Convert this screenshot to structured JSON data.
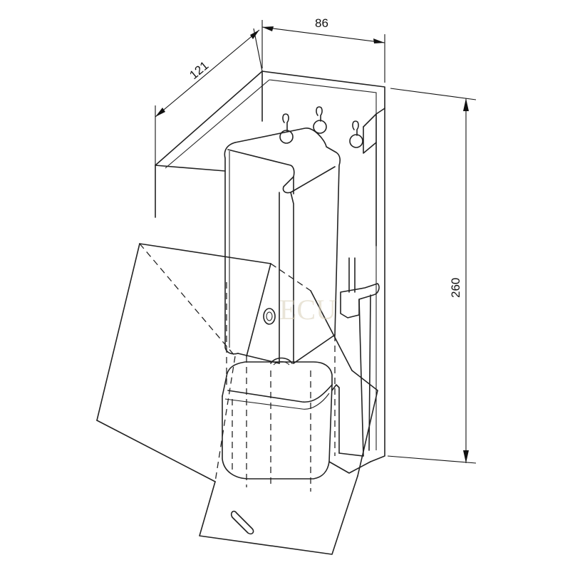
{
  "dimensions": {
    "width_label": "86",
    "depth_label": "121",
    "height_label": "260"
  },
  "watermark": {
    "text": "ECU"
  }
}
